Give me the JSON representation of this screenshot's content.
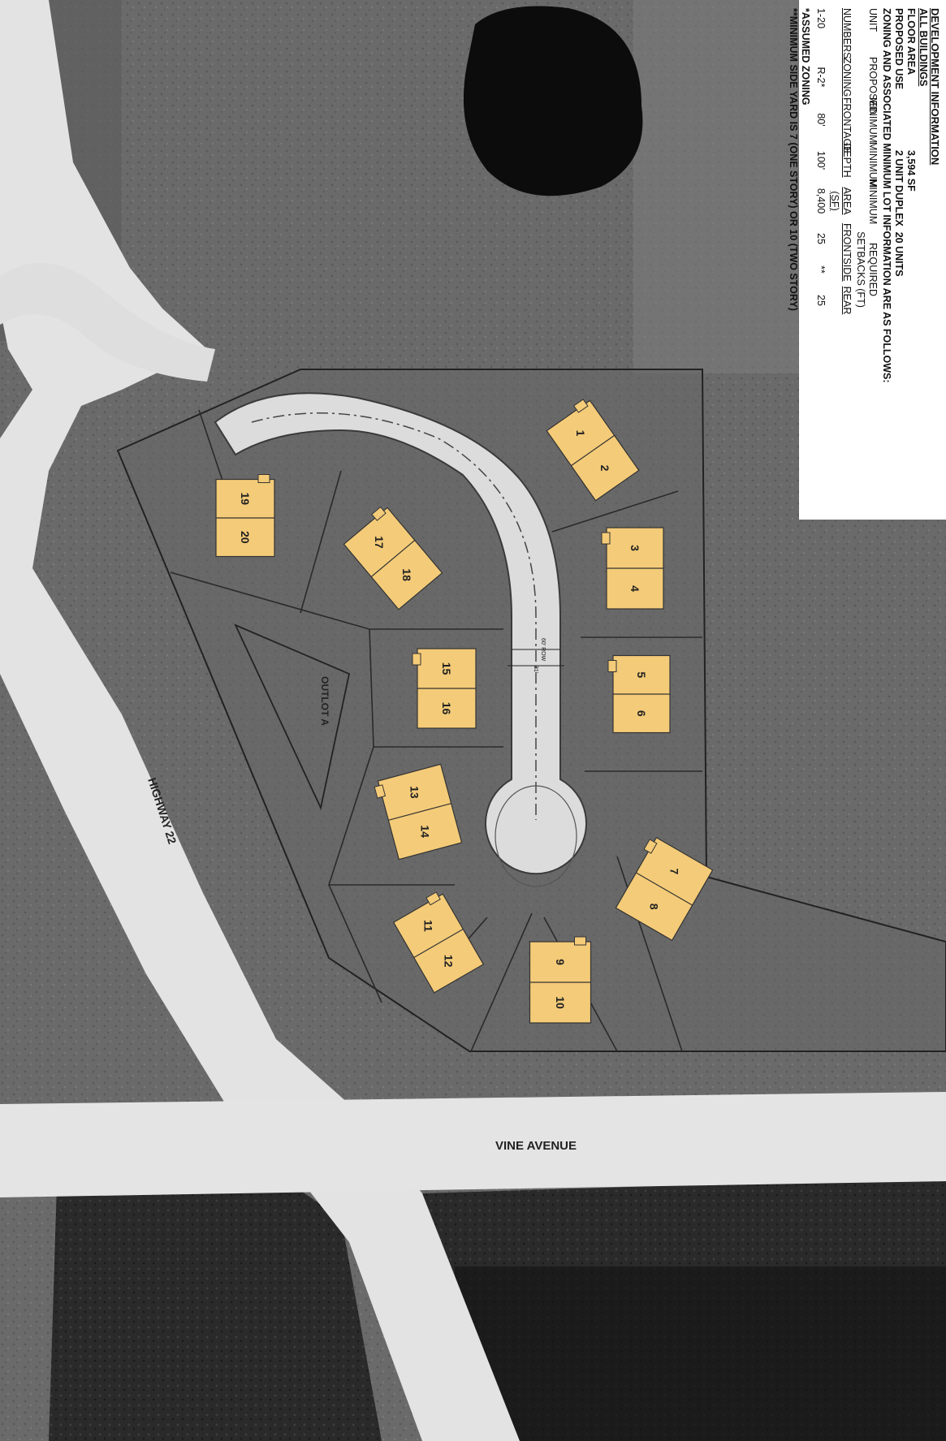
{
  "dev_info": {
    "title": "DEVELOPMENT INFORMATION",
    "all_buildings": "ALL BUILDINGS",
    "floor_area_label": "FLOOR AREA",
    "floor_area_value": "3,594 SF",
    "proposed_use_label": "PROPOSED USE",
    "proposed_use_value": "2 UNIT DUPLEX",
    "units_value": "20 UNITS",
    "zoning_line": "ZONING AND ASSOCIATED MINIMUM LOT INFORMATION ARE AS FOLLOWS:",
    "hdr_unit": "UNIT",
    "hdr_numbers": "NUMBERS",
    "hdr_proposed": "PROPOSED",
    "hdr_zoning": "ZONING",
    "hdr_minimum1": "MINIMUM",
    "hdr_frontage": "FRONTAGE",
    "hdr_minimum2": "MINIMUM",
    "hdr_depth": "DEPTH",
    "hdr_minimum3": "MINIMUM",
    "hdr_area": "AREA (SF)",
    "hdr_setbacks": "REQUIRED SETBACKS (FT)",
    "hdr_front": "FRONT",
    "hdr_side": "SIDE",
    "hdr_rear": "REAR",
    "row_numbers": "1-20",
    "row_zoning": "R-2*",
    "row_frontage": "80'",
    "row_depth": "100'",
    "row_area": "8,400",
    "row_front": "25",
    "row_side": "**",
    "row_rear": "25",
    "note1": "*ASSUMED ZONING",
    "note2": "**MINIMUM SIDE YARD IS 7 (ONE STORY) OR 10 (TWO STORY)"
  },
  "labels": {
    "highway": "HIGHWAY 22",
    "vine": "VINE AVENUE",
    "outlot": "OUTLOT A",
    "row_width": "60' ROW",
    "street_width": "31'"
  },
  "units": [
    "1",
    "2",
    "3",
    "4",
    "5",
    "6",
    "7",
    "8",
    "9",
    "10",
    "11",
    "12",
    "13",
    "14",
    "15",
    "16",
    "17",
    "18",
    "19",
    "20"
  ],
  "colors": {
    "building": "#f4cb78",
    "building_stroke": "#333333",
    "grass": "#6b6b6b",
    "road": "#e6e6e6",
    "pond": "#111111"
  }
}
